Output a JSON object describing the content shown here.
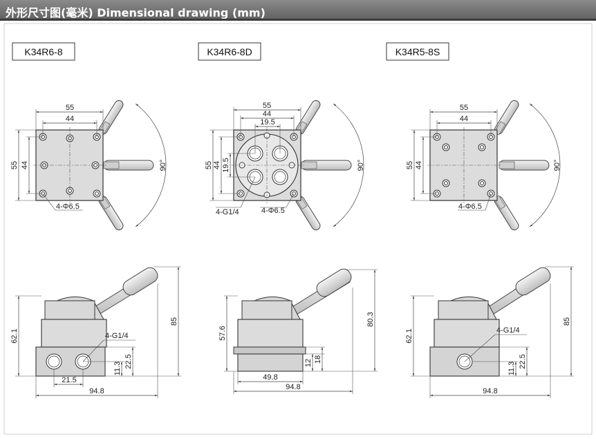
{
  "header": {
    "title": "外形尺寸图(毫米) Dimensional drawing (mm)"
  },
  "colors": {
    "header_bg": "#6e6e6e",
    "body_fill": "#dcdcdc",
    "line": "#333333",
    "dim_line": "#555555"
  },
  "models": [
    {
      "label": "K34R6-8",
      "top": {
        "w_outer": "55",
        "w_inner": "44",
        "h_outer": "55",
        "h_inner": "44",
        "angle": "90°",
        "holes": "4-Φ6.5"
      },
      "side": {
        "height": "62.1",
        "total_height": "85",
        "port": "4-G1/4",
        "port_spacing": "21.5",
        "dim_a": "11.3",
        "dim_b": "22.5",
        "width": "94.8"
      }
    },
    {
      "label": "K34R6-8D",
      "top": {
        "w_outer": "55",
        "w_inner": "44",
        "w_center": "19.5",
        "h_outer": "55",
        "h_inner": "44",
        "h_center": "19.5",
        "angle": "90°",
        "ports": "4-G1/4",
        "holes": "4-Φ6.5"
      },
      "side": {
        "height": "57.6",
        "total_height": "80.3",
        "dim_a": "12",
        "dim_b": "18",
        "base_width": "49.8",
        "width": "94.8"
      }
    },
    {
      "label": "K34R5-8S",
      "top": {
        "w_outer": "55",
        "w_inner": "44",
        "h_outer": "55",
        "h_inner": "44",
        "angle": "90°",
        "holes": "4-Φ6.5"
      },
      "side": {
        "height": "62.1",
        "total_height": "85",
        "port": "4-G1/4",
        "dim_a": "11.3",
        "dim_b": "22.5",
        "width": "94.8"
      }
    }
  ]
}
